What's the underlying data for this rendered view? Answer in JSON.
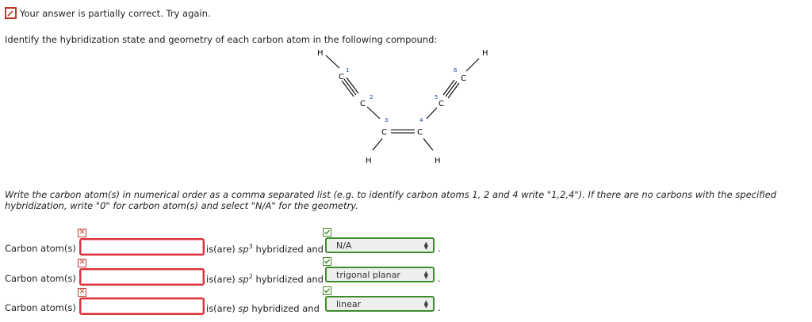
{
  "status": {
    "message": "Your answer is partially correct.  Try again."
  },
  "question": {
    "prompt": "Identify the hybridization state and geometry of each carbon atom in the following compound:"
  },
  "molecule": {
    "atoms": {
      "h_top_left": "H",
      "h_top_right": "H",
      "h_bottom_left": "H",
      "h_bottom_right": "H",
      "c1": "C",
      "c2": "C",
      "c3": "C",
      "c4": "C",
      "c5": "C",
      "c6": "C"
    },
    "numbers": {
      "n1": "1",
      "n2": "2",
      "n3": "3",
      "n4": "4",
      "n5": "5",
      "n6": "6"
    }
  },
  "instructions": {
    "line1": "Write the carbon atom(s) in numerical order as a comma separated list (e.g. to identify carbon atoms 1, 2 and 4 write \"1,2,4\"). If there are no carbons with the specified",
    "line2": "hybridization, write \"0\" for carbon atom(s) and select \"N/A\" for the geometry."
  },
  "rows": [
    {
      "label": "Carbon atom(s)",
      "value": "",
      "prefix": "is(are) ",
      "hyb": "sp",
      "sup": "3",
      "suffix": " hybridized and",
      "geometry": "N/A",
      "period": "."
    },
    {
      "label": "Carbon atom(s)",
      "value": "",
      "prefix": "is(are) ",
      "hyb": "sp",
      "sup": "2",
      "suffix": " hybridized and",
      "geometry": "trigonal planar",
      "period": "."
    },
    {
      "label": "Carbon atom(s)",
      "value": "",
      "prefix": "is(are) ",
      "hyb": "sp",
      "sup": "",
      "suffix": " hybridized and",
      "geometry": "linear",
      "period": "."
    }
  ],
  "colors": {
    "incorrect": "#d9303a",
    "correct": "#3d8c2a"
  },
  "icons": {
    "status": "pencil-icon",
    "incorrect": "x-icon",
    "correct": "check-icon"
  }
}
